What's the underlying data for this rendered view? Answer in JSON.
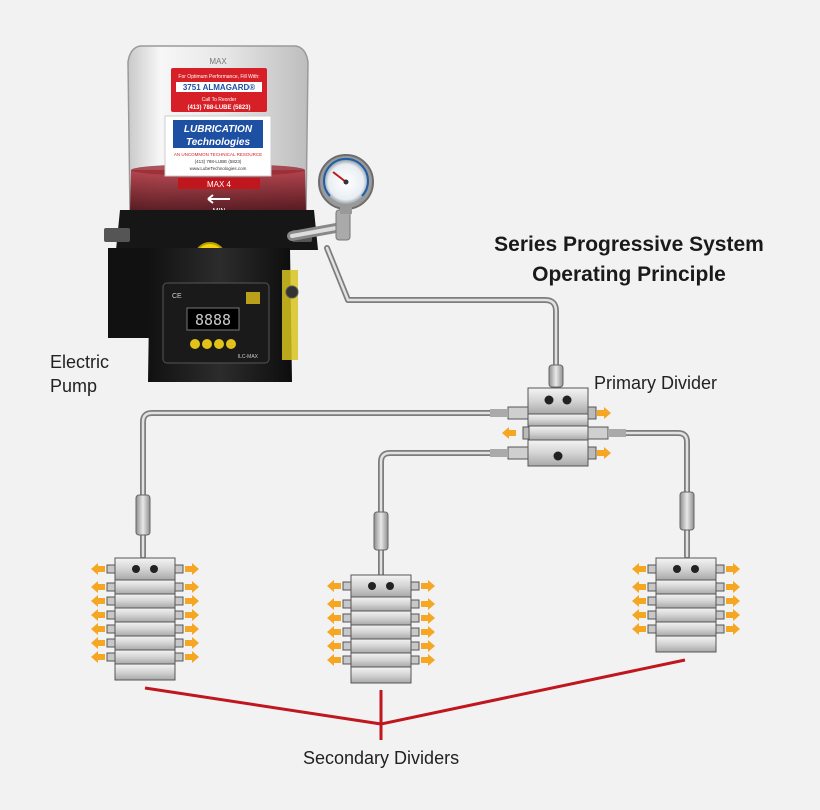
{
  "title": {
    "line1": "Series Progressive System",
    "line2": "Operating Principle"
  },
  "labels": {
    "pump_line1": "Electric",
    "pump_line2": "Pump",
    "primary_divider": "Primary Divider",
    "secondary_dividers": "Secondary Dividers"
  },
  "pump": {
    "reservoir_max_top": "MAX",
    "label_optimum": "For Optimum Performance, Fill With:",
    "label_product": "3751 ALMAGARD®",
    "label_reorder": "Call To Reorder",
    "label_phone": "(413) 788-LUBE (5823)",
    "brand_line1": "LUBRICATION",
    "brand_line2": "Technologies",
    "brand_tagline": "AN UNCOMMON TECHNICAL RESOURCE",
    "brand_phone": "(413) 788-LUBE (5823)",
    "brand_web": "www.LubeTechnologies.com",
    "level_max": "MAX 4",
    "level_min": "MIN",
    "controller_model": "ILC-MAX",
    "controller_mark": "CE",
    "display_digits": "8888"
  },
  "colors": {
    "pipe": "#a9a9a9",
    "block": "#d2d2d2",
    "arrow": "#f5a623",
    "callout": "#c0161e",
    "grease": "#7a1420",
    "label_red": "#d61f26",
    "brand_blue": "#1d4fa3"
  }
}
